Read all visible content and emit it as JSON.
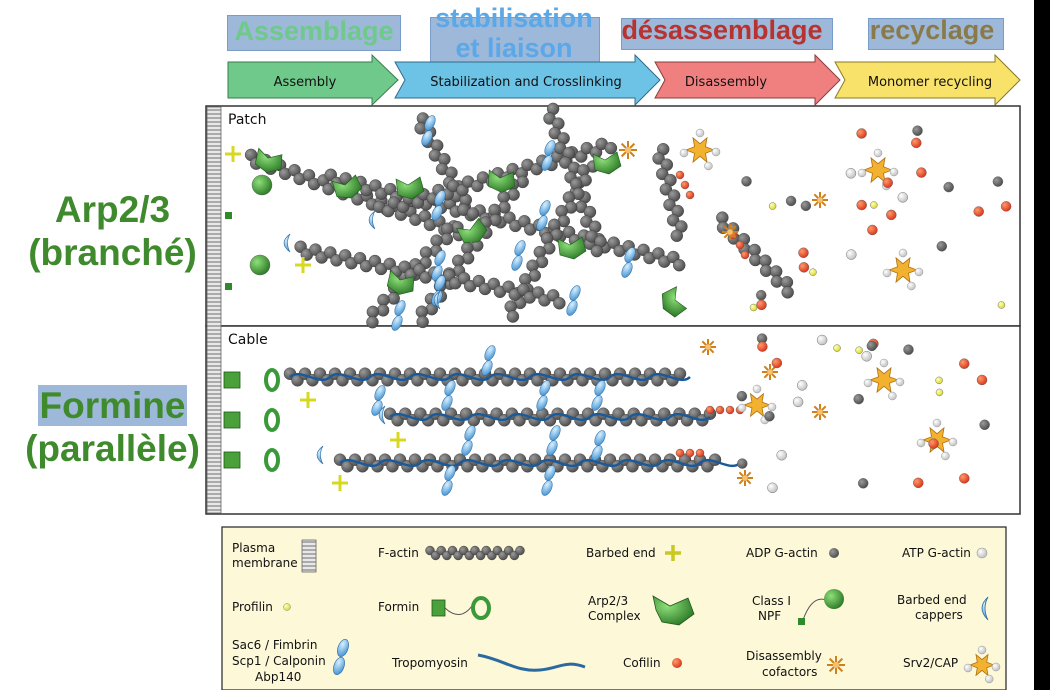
{
  "slide": {
    "left_labels": {
      "arp_line1": "Arp2/3",
      "arp_line2": "(branché)",
      "formine_line1": "Formine",
      "formine_line2": "(parallèle)"
    },
    "french_phases": {
      "assemblage": "Assemblage",
      "stab_line1": "stabilisation",
      "stab_line2": "et liaison",
      "desassemblage": "désassemblage",
      "recyclage": "recyclage"
    },
    "colors": {
      "green_label": "#3f8a2c",
      "blue_label": "#5aa8e8",
      "red_label": "#b8322f",
      "olive_label": "#8a7a4a",
      "highlight_box": "#9db8d8"
    }
  },
  "figure": {
    "phases": [
      "Assembly",
      "Stabilization and Crosslinking",
      "Disassembly",
      "Monomer recycling"
    ],
    "phase_colors": [
      "#6ec98a",
      "#6cc3e6",
      "#f08080",
      "#f8e26a"
    ],
    "panel_labels": {
      "patch": "Patch",
      "cable": "Cable"
    },
    "legend": {
      "plasma_membrane": "Plasma membrane",
      "f_actin": "F-actin",
      "barbed_end": "Barbed end",
      "adp_g_actin": "ADP G-actin",
      "atp_g_actin": "ATP G-actin",
      "profilin": "Profilin",
      "formin": "Formin",
      "arp23_complex": "Arp2/3 Complex",
      "class_i_npf": "Class I NPF",
      "barbed_end_cappers": "Barbed end cappers",
      "crosslinkers": "Sac6 / Fimbrin Scp1 / Calponin Abp140",
      "tropomyosin": "Tropomyosin",
      "cofilin": "Cofilin",
      "disassembly_cofactors": "Disassembly cofactors",
      "srv2_cap": "Srv2/CAP"
    }
  }
}
